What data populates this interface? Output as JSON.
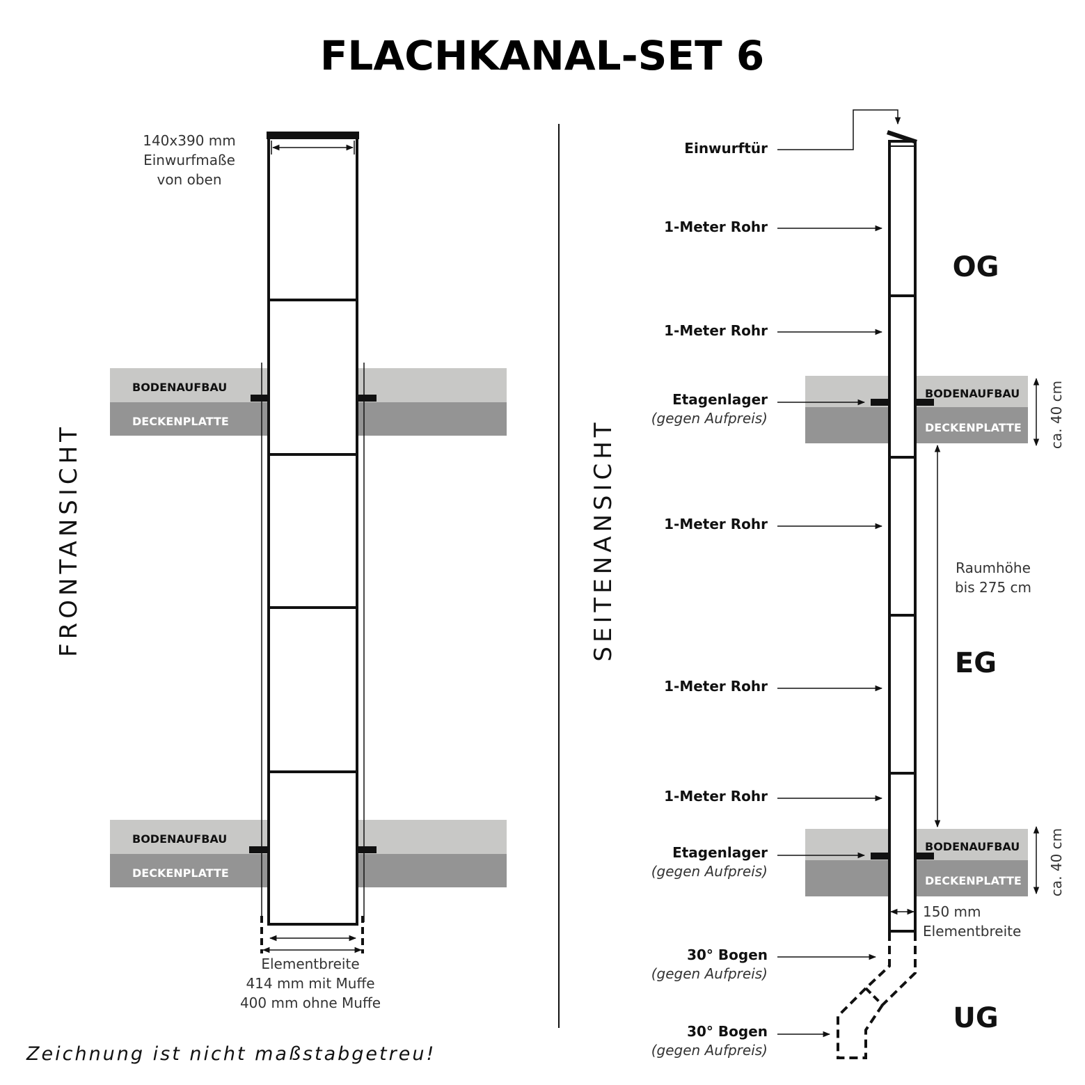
{
  "title": "FLACHKANAL-SET 6",
  "colors": {
    "band_light": "#c8c8c6",
    "band_dark": "#949494",
    "line": "#111111"
  },
  "front": {
    "view_label": "FRONTANSICHT",
    "top_dim": [
      "140x390 mm",
      "Einwurfmaße",
      "von oben"
    ],
    "bands": [
      {
        "top": "BODENAUFBAU",
        "bottom": "DECKENPLATTE"
      },
      {
        "top": "BODENAUFBAU",
        "bottom": "DECKENPLATTE"
      }
    ],
    "bottom_dim": [
      "Elementbreite",
      "414 mm mit Muffe",
      "400 mm ohne Muffe"
    ]
  },
  "side": {
    "view_label": "SEITENANSICHT",
    "callouts": [
      {
        "label": "Einwurftür",
        "sub": ""
      },
      {
        "label": "1-Meter Rohr",
        "sub": ""
      },
      {
        "label": "1-Meter Rohr",
        "sub": ""
      },
      {
        "label": "Etagenlager",
        "sub": "(gegen Aufpreis)"
      },
      {
        "label": "1-Meter Rohr",
        "sub": ""
      },
      {
        "label": "1-Meter Rohr",
        "sub": ""
      },
      {
        "label": "1-Meter Rohr",
        "sub": ""
      },
      {
        "label": "Etagenlager",
        "sub": "(gegen Aufpreis)"
      },
      {
        "label": "30° Bogen",
        "sub": "(gegen Aufpreis)"
      },
      {
        "label": "30° Bogen",
        "sub": "(gegen Aufpreis)"
      }
    ],
    "floors": [
      "OG",
      "EG",
      "UG"
    ],
    "bands": [
      {
        "top": "BODENAUFBAU",
        "bottom": "DECKENPLATTE",
        "height": "ca. 40 cm"
      },
      {
        "top": "BODENAUFBAU",
        "bottom": "DECKENPLATTE",
        "height": "ca. 40 cm"
      }
    ],
    "room_height": [
      "Raumhöhe",
      "bis 275 cm"
    ],
    "element_width": [
      "150 mm",
      "Elementbreite"
    ]
  },
  "note": "Zeichnung ist nicht maßstabgetreu!"
}
